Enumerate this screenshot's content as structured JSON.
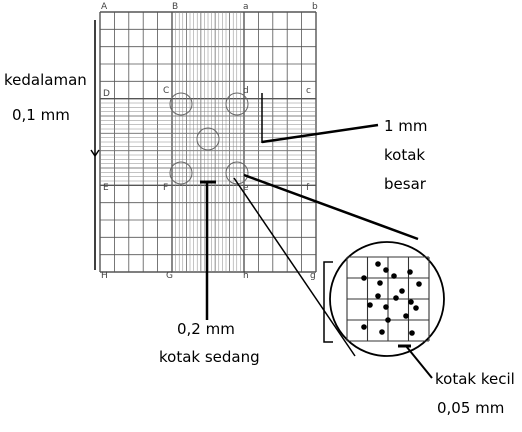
{
  "corner_labels": [
    "A",
    "B",
    "a",
    "b",
    "D",
    "C",
    "d",
    "c",
    "E",
    "F",
    "e",
    "f",
    "H",
    "G",
    "h",
    "g"
  ],
  "labels": {
    "depth_line1": "kedalaman",
    "depth_line2": "0,1 mm",
    "big_line1": "1 mm",
    "big_line2": "kotak",
    "big_line3": "besar",
    "medium_line1": "0,2 mm",
    "medium_line2": "kotak sedang",
    "small_line1": "kotak kecil",
    "small_line2": "0,05 mm"
  },
  "colors": {
    "grid": "#555555",
    "ink": "#000000",
    "background": "#ffffff"
  }
}
